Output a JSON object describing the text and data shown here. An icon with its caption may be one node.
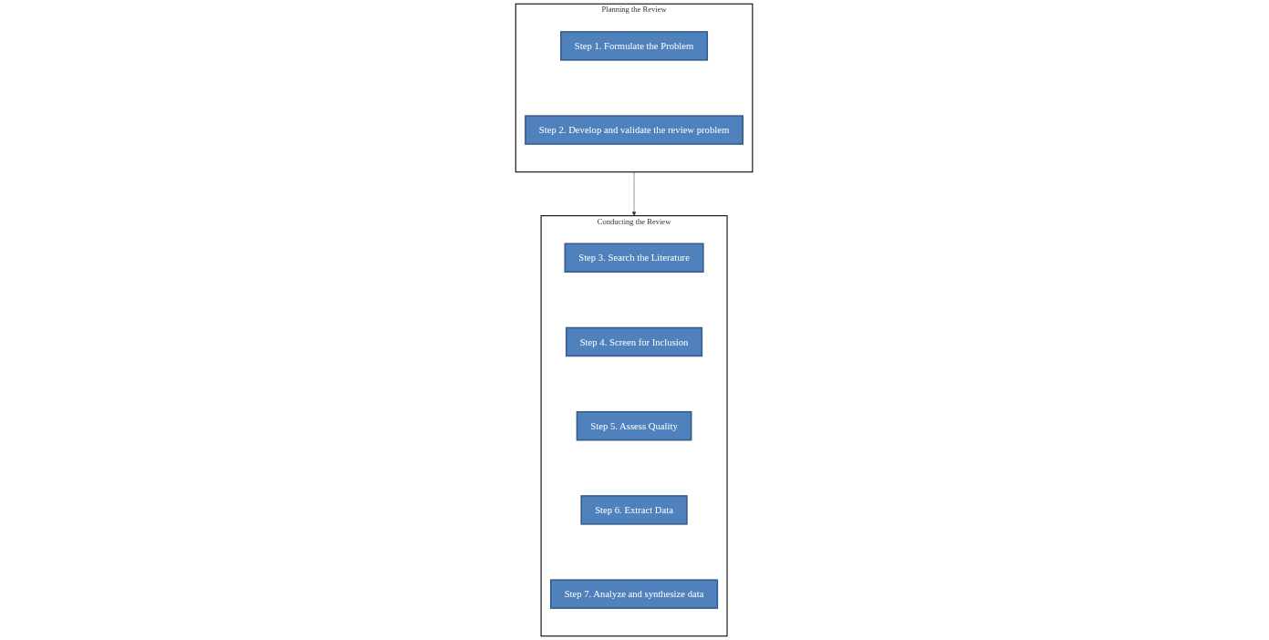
{
  "diagram": {
    "nodes": [
      {
        "text": [
          "Planning the Review"
        ]
      },
      {
        "text": [
          "Step 1. Formulate the Problem"
        ],
        "in": 0
      },
      {
        "text": [
          "Step 2. Develop and validate the review problem"
        ],
        "in": 0
      },
      {
        "text": [
          "Conducting the Review"
        ]
      },
      {
        "text": [
          "Step 3. Search the Literature"
        ],
        "in": 3
      },
      {
        "text": [
          "Step 4. Screen for Inclusion"
        ],
        "in": 3
      },
      {
        "text": [
          "Step 5. Assess Quality"
        ],
        "in": 3
      },
      {
        "text": [
          "Step 6. Extract Data"
        ],
        "in": 3
      },
      {
        "text": [
          "Step 7. Analyze and synthesize data"
        ],
        "in": 3
      }
    ],
    "edges": [
      {
        "from": 0,
        "to": 3,
        "arrow": "to"
      }
    ]
  }
}
